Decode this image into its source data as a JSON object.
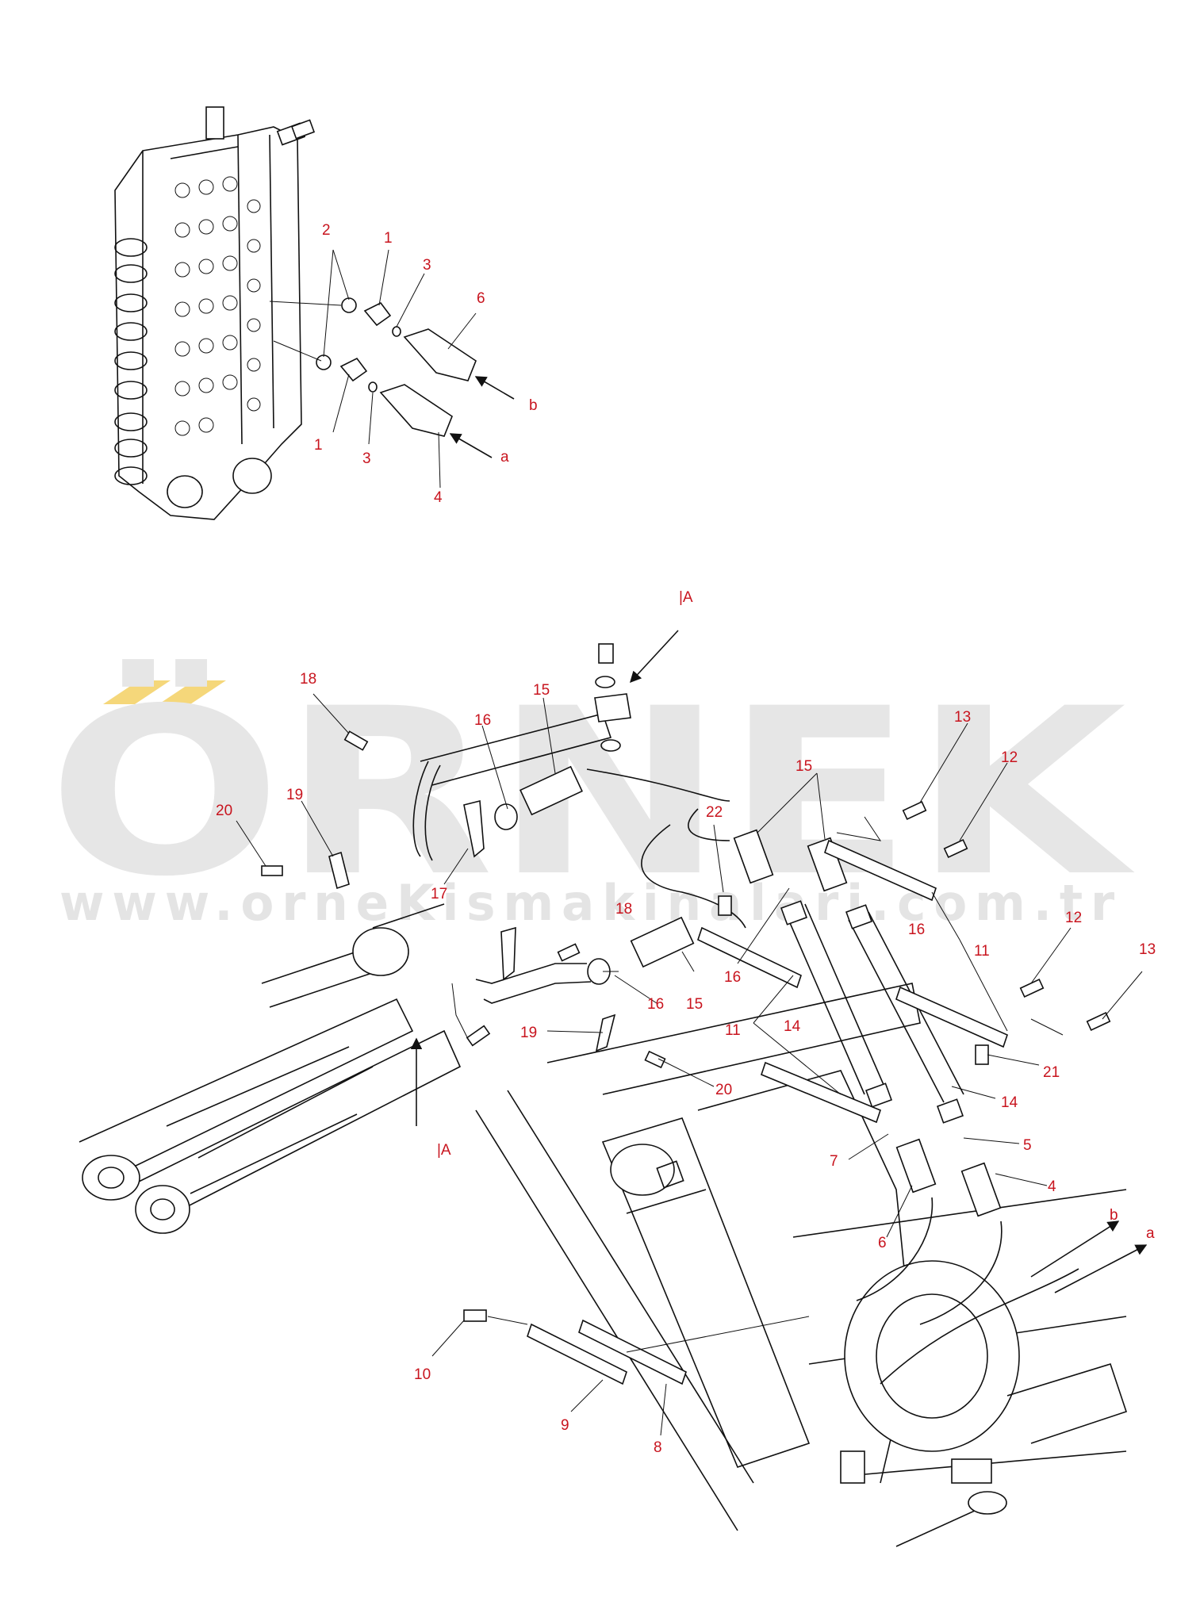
{
  "watermark": {
    "brand": "ÖRNEK",
    "url": "www.orneKismakinalari.com.tr",
    "color": "#e6e6e6",
    "accent": "#f5d77a"
  },
  "label_color": "#c8141e",
  "labels": {
    "top": {
      "n2": "2",
      "n1a": "1",
      "n3a": "3",
      "n6": "6",
      "b": "b",
      "n1b": "1",
      "n3b": "3",
      "a": "a",
      "n4": "4"
    },
    "main": {
      "view_a_top": "|A",
      "view_a_bottom": "|A",
      "n18a": "18",
      "n15a": "15",
      "n16a": "16",
      "n19a": "19",
      "n20a": "20",
      "n17": "17",
      "n13a": "13",
      "n12a": "12",
      "n15b": "15",
      "n22": "22",
      "n16b": "16",
      "n11a": "11",
      "n18b": "18",
      "n16c": "16",
      "n15c": "15",
      "n16d": "16",
      "n12b": "12",
      "n13b": "13",
      "n19b": "19",
      "n20b": "20",
      "n11b": "11",
      "n14a": "14",
      "n21": "21",
      "n14b": "14",
      "n5": "5",
      "n7": "7",
      "n4": "4",
      "n6": "6",
      "b": "b",
      "a": "a",
      "n10": "10",
      "n9": "9",
      "n8": "8"
    }
  }
}
